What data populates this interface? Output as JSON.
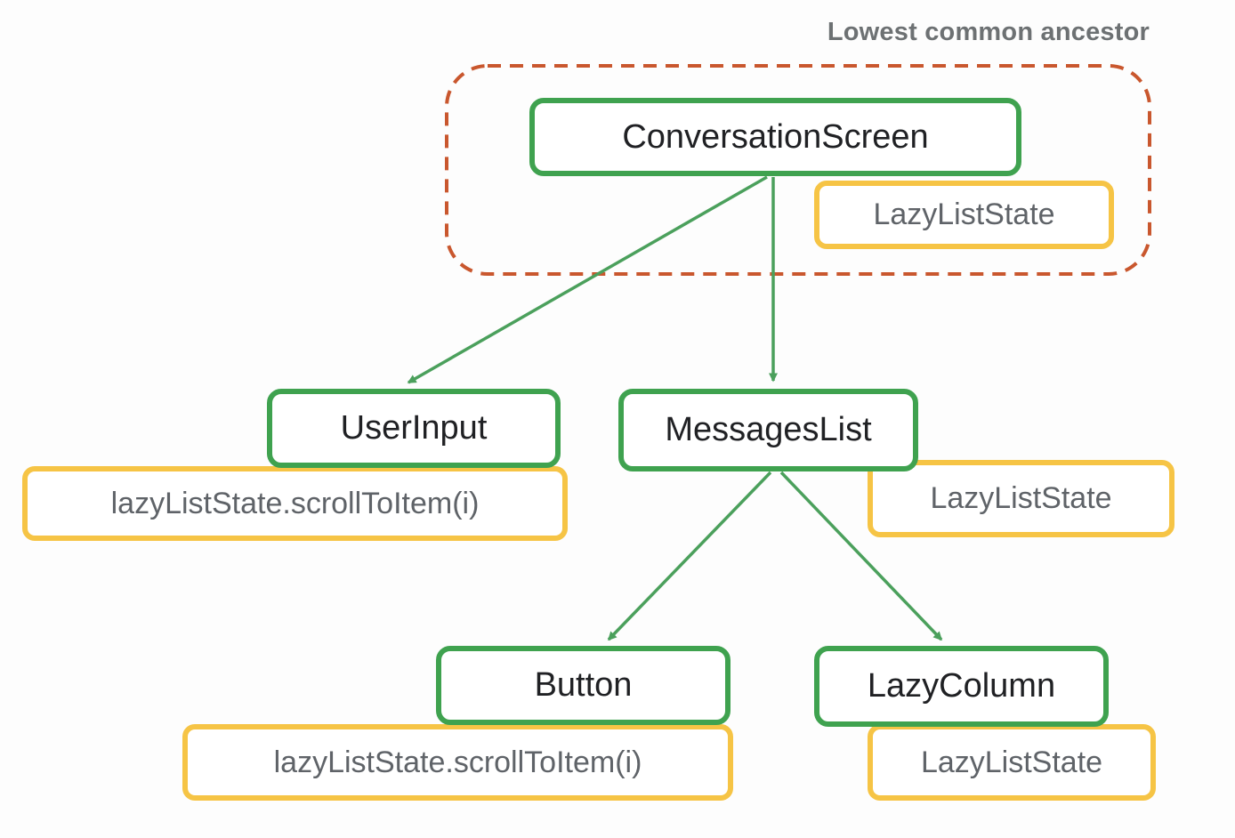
{
  "diagram": {
    "annotation": "Lowest common ancestor",
    "colors": {
      "node_border": "#3fa24f",
      "state_border": "#f6c445",
      "boundary": "#c9572e",
      "arrow": "#4ba05c",
      "node_text": "#202124",
      "state_text": "#5f6368",
      "annotation_text": "#6d7173",
      "background": "#fdfdfd",
      "box_fill": "#ffffff"
    },
    "nodes": {
      "conversation_screen": {
        "label": "ConversationScreen"
      },
      "user_input": {
        "label": "UserInput"
      },
      "messages_list": {
        "label": "MessagesList"
      },
      "button": {
        "label": "Button"
      },
      "lazy_column": {
        "label": "LazyColumn"
      }
    },
    "states": {
      "conversation_screen_state": {
        "label": "LazyListState"
      },
      "user_input_state": {
        "label": "lazyListState.scrollToItem(i)"
      },
      "messages_list_state": {
        "label": "LazyListState"
      },
      "button_state": {
        "label": "lazyListState.scrollToItem(i)"
      },
      "lazy_column_state": {
        "label": "LazyListState"
      }
    },
    "edges": [
      {
        "from": "ConversationScreen",
        "to": "UserInput"
      },
      {
        "from": "ConversationScreen",
        "to": "MessagesList"
      },
      {
        "from": "MessagesList",
        "to": "Button"
      },
      {
        "from": "MessagesList",
        "to": "LazyColumn"
      }
    ]
  }
}
